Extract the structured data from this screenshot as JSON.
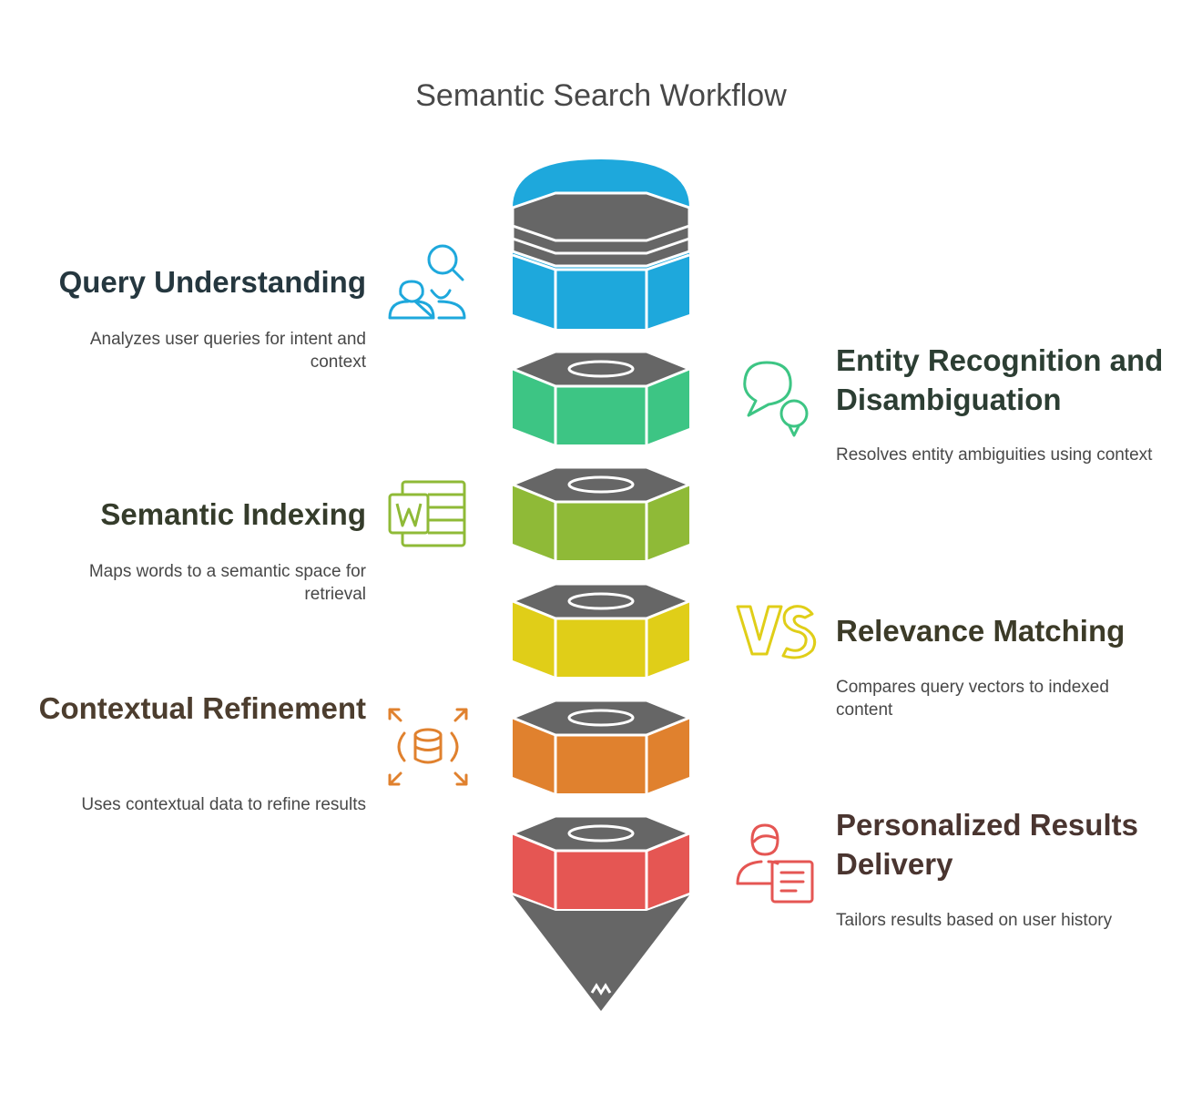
{
  "title": "Semantic Search Workflow",
  "colors": {
    "blue": "#1EA8DC",
    "green": "#3DC584",
    "lime": "#8FBA37",
    "yellow": "#E0CE18",
    "orange": "#E0812E",
    "red": "#E55653",
    "gray": "#666666",
    "title_dark_blue": "#25373F",
    "title_dark_green": "#2C3E33",
    "title_dark_olive": "#353C2B",
    "title_dark_yellow": "#3C3B28",
    "title_dark_brown": "#4C3D2E",
    "title_dark_red": "#4A3530"
  },
  "steps": [
    {
      "title": "Query Understanding",
      "description": "Analyzes user queries for intent and context",
      "icon": "user-search-icon"
    },
    {
      "title": "Entity Recognition and Disambiguation",
      "description": "Resolves entity ambiguities using context",
      "icon": "chat-bubbles-icon"
    },
    {
      "title": "Semantic Indexing",
      "description": "Maps words to a semantic space for retrieval",
      "icon": "word-document-icon"
    },
    {
      "title": "Relevance Matching",
      "description": "Compares query vectors to indexed content",
      "icon": "vs-icon"
    },
    {
      "title": "Contextual Refinement",
      "description": "Uses contextual data to refine results",
      "icon": "database-expand-icon"
    },
    {
      "title": "Personalized Results Delivery",
      "description": "Tailors results based on user history",
      "icon": "user-document-icon"
    }
  ]
}
